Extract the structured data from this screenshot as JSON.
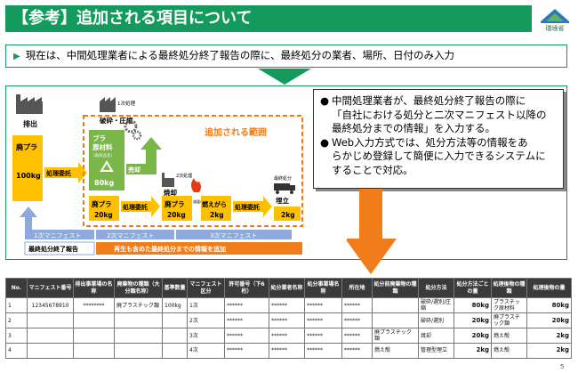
{
  "header": {
    "title": "【参考】追加される項目について",
    "logo_text": "環境省"
  },
  "summary": {
    "text": "現在は、中間処理業者による最終処分終了報告の際に、最終処分の業者、場所、日付のみ入力"
  },
  "diagram": {
    "emission": "排出",
    "waste_plastic": "廃プラ",
    "amount_100": "100kg",
    "disposal_consignment": "処理委託",
    "primary_processing": "1次処理",
    "crush_compress": "破砕・圧縮",
    "plastic_material_1": "プラ",
    "plastic_material_2": "原材料",
    "plastic_material_3": "（再商品化）",
    "amount_80": "80kg",
    "sale": "売却",
    "added_scope": "追加される範囲",
    "secondary_processing": "2次処理",
    "incineration": "焼却",
    "volume_reduction": "減量化",
    "ash": "燃えがら",
    "amount_2": "2kg",
    "final_disposal": "最終処分",
    "landfill": "埋立",
    "amount_20": "20kg",
    "manifest_1": "1次マニフェスト",
    "manifest_2": "2次マニフェスト",
    "manifest_3": "3次マニフェスト",
    "final_report": "最終処分終了報告",
    "add_info": "再生も含めた最終処分までの情報を追加"
  },
  "note": {
    "line1": "中間処理業者が、最終処分終了報告の際に",
    "line2": "「自社における処分と二次マニフェスト以降の",
    "line3": "最終処分までの情報」を入力する。",
    "line4": "Web入力方式では、処分方法等の情報をあ",
    "line5": "らかじめ登録して簡便に入力できるシステムに",
    "line6": "することで対応。"
  },
  "table": {
    "headers": [
      "No.",
      "マニフェスト番号",
      "排出事業場の名称",
      "廃棄物の種類（大分類名称）",
      "基準数量",
      "マニフェスト区分",
      "許可番号（下6桁）",
      "処分業者名称",
      "処分事業場名称",
      "所在地",
      "処分前廃棄物の種類",
      "処分方法",
      "処分方法ごとの量",
      "処理後物の種類",
      "処理後物の量"
    ],
    "rows": [
      [
        "1",
        "12345678910",
        "********",
        "廃プラスチック類",
        "100kg",
        "1次",
        "******",
        "******",
        "******",
        "******",
        "",
        "破砕/選別/圧縮",
        "80kg",
        "プラスチック原材料",
        "80kg"
      ],
      [
        "2",
        "",
        "",
        "",
        "",
        "2次",
        "******",
        "******",
        "******",
        "******",
        "",
        "破砕/選別",
        "20kg",
        "廃プラスチック類",
        "20kg"
      ],
      [
        "3",
        "",
        "",
        "",
        "",
        "3次",
        "******",
        "******",
        "******",
        "******",
        "廃プラスチック類",
        "焼却",
        "20kg",
        "燃え殻",
        "2kg"
      ],
      [
        "4",
        "",
        "",
        "",
        "",
        "4次",
        "******",
        "******",
        "******",
        "******",
        "燃え殻",
        "管理型埋立",
        "2kg",
        "燃え殻",
        "2kg"
      ]
    ]
  },
  "page_number": "5",
  "colors": {
    "brand_green": "#139a5c",
    "orange": "#f07d1a",
    "yellow": "#ffc000",
    "plastic_green": "#7ab648",
    "manifest_blue": "#8ea9db"
  }
}
